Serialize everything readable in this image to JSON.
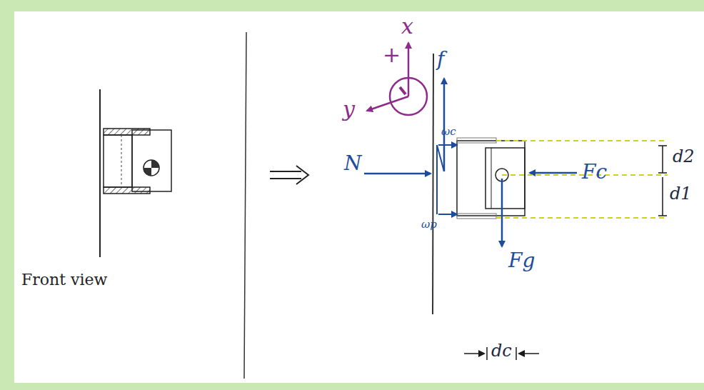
{
  "diagram": {
    "labels": [
      "Front view",
      "x",
      "+",
      "y",
      "f",
      "N",
      "ωc",
      "ωp",
      "Fc",
      "Fg",
      "d2",
      "d1",
      "dc"
    ]
  }
}
